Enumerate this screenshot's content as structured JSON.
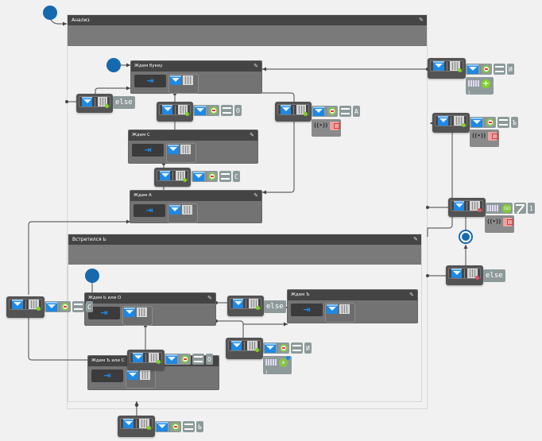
{
  "composites": {
    "analysis": {
      "title": "Анализ"
    },
    "met_soft": {
      "title": "Встретился Ь"
    }
  },
  "states": {
    "wait_letter": {
      "title": "Ждем букву"
    },
    "wait_c": {
      "title": "Ждем С"
    },
    "wait_a": {
      "title": "Ждем А"
    },
    "wait_b_or_o": {
      "title": "Ждем Ь или О"
    },
    "wait_hard": {
      "title": "Ждем Ъ"
    },
    "wait_hard_or_c": {
      "title": "Ждем Ъ или С"
    }
  },
  "transitions": {
    "t_else_top": {
      "condition": "else"
    },
    "t_o": {
      "value": "О"
    },
    "t_a": {
      "value": "А"
    },
    "t_c": {
      "value": "С"
    },
    "t_i_top": {
      "value": "И",
      "sub_counter": "1"
    },
    "t_hard_right": {
      "value": "Ъ"
    },
    "t_one": {
      "value": "1"
    },
    "t_else_right": {
      "condition": "else"
    },
    "t_c_left": {
      "value": "С"
    },
    "t_else_mid": {
      "condition": "else"
    },
    "t_i_bottom": {
      "value": "И",
      "sub_counter": "1"
    },
    "t_o_bottom": {
      "value": "О"
    },
    "t_soft_bottom": {
      "value": "Ь"
    }
  },
  "icons": {
    "entry": "sign-in-icon",
    "action": "mail-icon",
    "table": "grid-icon",
    "condition_ring": "value-check-icon",
    "equals": "equals-icon",
    "not_equals": "not-equals-icon",
    "plus": "add-icon",
    "variable": "variable-icon",
    "signal": "radio-signal-icon",
    "alert": "alert-icon"
  },
  "colors": {
    "start_node": "#1669ad",
    "state_header": "#444444",
    "state_body": "#737373",
    "chip": "#8e9a9a",
    "accent_blue": "#1e88e5",
    "ok_green": "#7ed321",
    "error_red": "#e53935"
  }
}
